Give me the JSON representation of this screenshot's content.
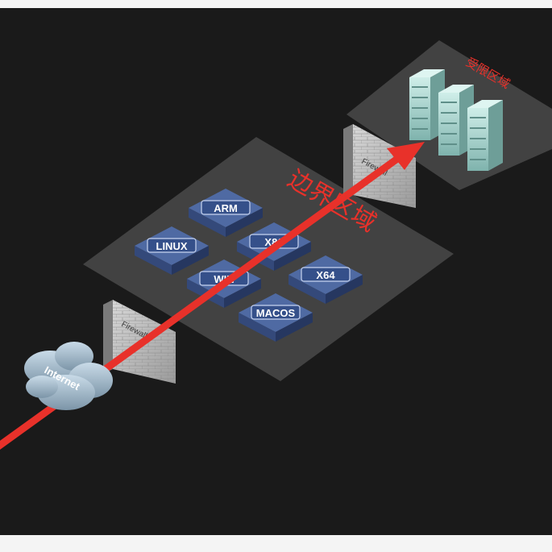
{
  "diagram": {
    "cloud_label": "Internet",
    "firewalls": [
      {
        "label": "Firewall"
      },
      {
        "label": "Firewall"
      }
    ],
    "border_zone": {
      "label": "边界区域",
      "servers": [
        "ARM",
        "LINUX",
        "X86",
        "WIN",
        "X64",
        "MACOS"
      ]
    },
    "restricted_zone": {
      "label": "受限区域"
    },
    "colors": {
      "background": "#1a1a1a",
      "zone_plane": "#4a4a4a",
      "arrow": "#e8312a",
      "server_blue": "#4f6aa3",
      "server_teal": "#9fcfc9",
      "label_red": "#e8312a"
    }
  }
}
